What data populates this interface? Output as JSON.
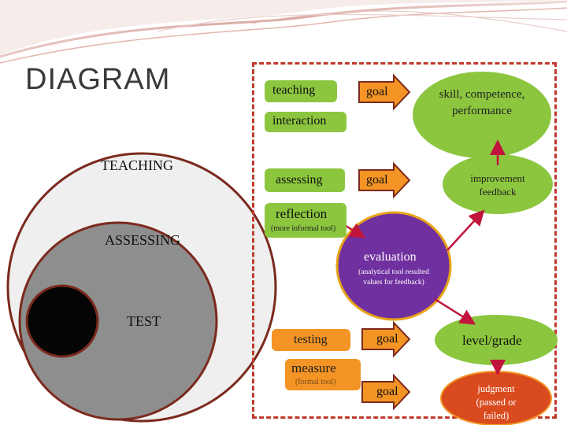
{
  "title": "DIAGRAM",
  "circles": {
    "teaching": "TEACHING",
    "assessing": "ASSESSING",
    "test": "TEST"
  },
  "nodes": {
    "teaching": "teaching",
    "interaction": "interaction",
    "goal_1": "goal",
    "skill": "skill, competence, performance",
    "assessing": "assessing",
    "goal_2": "goal",
    "improvement": "improvement feedback",
    "reflection": "reflection",
    "reflection_note": "(more informal tool)",
    "evaluation": "evaluation",
    "evaluation_note": "(analytical tool resulted values for feedback)",
    "testing": "testing",
    "goal_3": "goal",
    "level": "level/grade",
    "measure": "measure",
    "measure_note": "(formal tool)",
    "goal_4": "goal",
    "judgment": "judgment (passed or failed)"
  },
  "colors": {
    "green": "#8CC63F",
    "orange": "#F39425",
    "purple": "#7030A0",
    "red": "#D94A1E",
    "border": "#7B2A1E",
    "dashed": "#C0392B",
    "arrow": "#C0143C"
  }
}
